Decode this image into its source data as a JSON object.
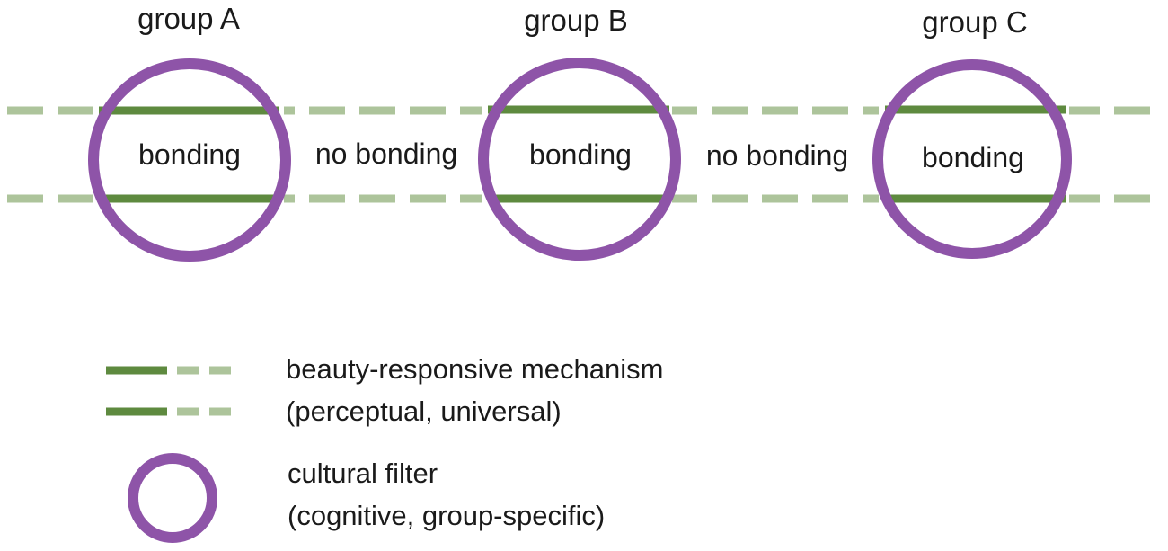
{
  "diagram": {
    "groups": [
      {
        "title": "group A",
        "inner_label": "bonding"
      },
      {
        "title": "group B",
        "inner_label": "bonding"
      },
      {
        "title": "group C",
        "inner_label": "bonding"
      }
    ],
    "between_labels": [
      "no bonding",
      "no bonding"
    ],
    "legend": {
      "mechanism_line1": "beauty-responsive mechanism",
      "mechanism_line2": "(perceptual, universal)",
      "filter_line1": "cultural filter",
      "filter_line2": "(cognitive, group-specific)"
    },
    "colors": {
      "circle": "#8e54a8",
      "solid_line": "#5e8a3f",
      "dashed_line": "#adc49b",
      "text": "#1a1a1a"
    }
  }
}
